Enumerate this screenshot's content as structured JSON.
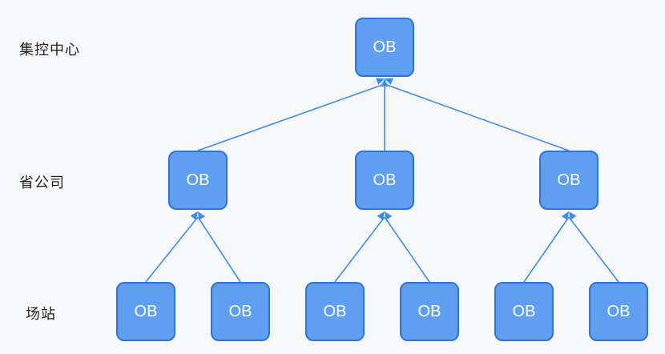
{
  "levels": [
    {
      "id": "center",
      "label": "集控中心"
    },
    {
      "id": "province",
      "label": "省公司"
    },
    {
      "id": "station",
      "label": "场站"
    }
  ],
  "nodes": [
    {
      "id": "c1",
      "level": "center",
      "label": "OB"
    },
    {
      "id": "p1",
      "level": "province",
      "label": "OB"
    },
    {
      "id": "p2",
      "level": "province",
      "label": "OB"
    },
    {
      "id": "p3",
      "level": "province",
      "label": "OB"
    },
    {
      "id": "s1",
      "level": "station",
      "label": "OB"
    },
    {
      "id": "s2",
      "level": "station",
      "label": "OB"
    },
    {
      "id": "s3",
      "level": "station",
      "label": "OB"
    },
    {
      "id": "s4",
      "level": "station",
      "label": "OB"
    },
    {
      "id": "s5",
      "level": "station",
      "label": "OB"
    },
    {
      "id": "s6",
      "level": "station",
      "label": "OB"
    }
  ],
  "edges": [
    {
      "from": "p1",
      "to": "c1"
    },
    {
      "from": "p2",
      "to": "c1"
    },
    {
      "from": "p3",
      "to": "c1"
    },
    {
      "from": "s1",
      "to": "p1"
    },
    {
      "from": "s2",
      "to": "p1"
    },
    {
      "from": "s3",
      "to": "p2"
    },
    {
      "from": "s4",
      "to": "p2"
    },
    {
      "from": "s5",
      "to": "p3"
    },
    {
      "from": "s6",
      "to": "p3"
    }
  ],
  "colors": {
    "node_fill": "#5f9ff2",
    "node_border": "#2f73d4",
    "edge": "#3d8df0",
    "background": "#f7f8f9"
  }
}
